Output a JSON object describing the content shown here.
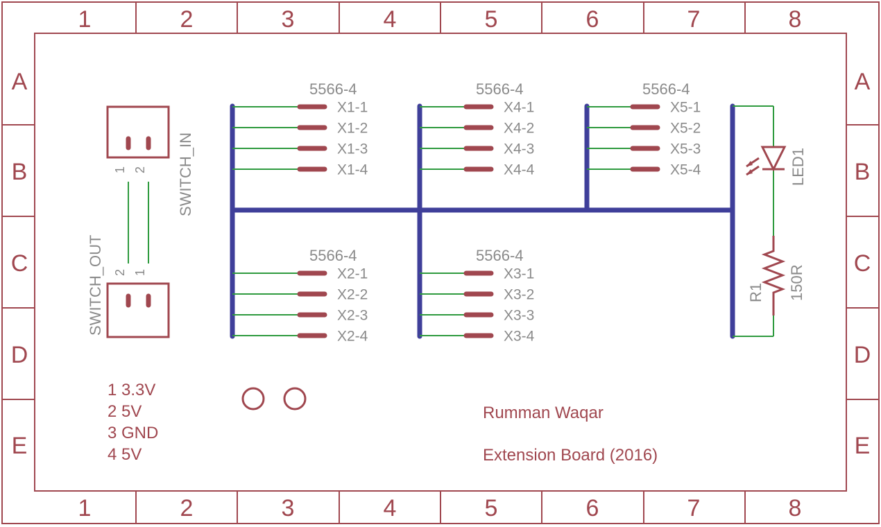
{
  "columns": [
    "1",
    "2",
    "3",
    "4",
    "5",
    "6",
    "7",
    "8"
  ],
  "rows": [
    "A",
    "B",
    "C",
    "D",
    "E"
  ],
  "connectors": [
    {
      "part": "5566-4",
      "pins": [
        "X1-1",
        "X1-2",
        "X1-3",
        "X1-4"
      ]
    },
    {
      "part": "5566-4",
      "pins": [
        "X4-1",
        "X4-2",
        "X4-3",
        "X4-4"
      ]
    },
    {
      "part": "5566-4",
      "pins": [
        "X5-1",
        "X5-2",
        "X5-3",
        "X5-4"
      ]
    },
    {
      "part": "5566-4",
      "pins": [
        "X2-1",
        "X2-2",
        "X2-3",
        "X2-4"
      ]
    },
    {
      "part": "5566-4",
      "pins": [
        "X3-1",
        "X3-2",
        "X3-3",
        "X3-4"
      ]
    }
  ],
  "switch_in": {
    "name": "SWITCH_IN",
    "pin1": "1",
    "pin2": "2"
  },
  "switch_out": {
    "name": "SWITCH_OUT",
    "pin1": "1",
    "pin2": "2"
  },
  "led": {
    "name": "LED1"
  },
  "resistor": {
    "name": "R1",
    "value": "150R"
  },
  "pinout": [
    "1 3.3V",
    "2 5V",
    "3 GND",
    "4 5V"
  ],
  "author": "Rumman Waqar",
  "board": "Extension Board (2016)",
  "colors": {
    "frame": "#a0474f",
    "bus": "#3f3f9a",
    "wire": "#2e9a3e",
    "label": "#8a8a8a"
  }
}
